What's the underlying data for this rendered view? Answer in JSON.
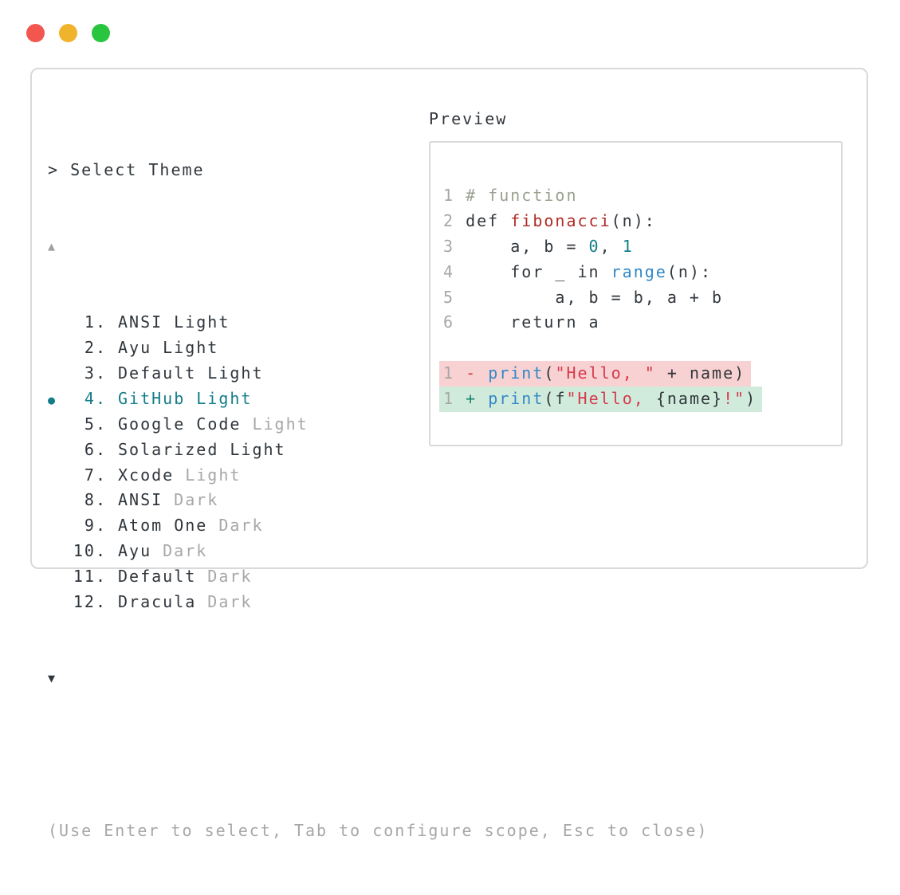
{
  "palette": {
    "accent": "#147d89",
    "text": "#30363c",
    "muted": "#a7a7a7",
    "border": "#d9d9d9",
    "scroll-up": "#a0a0a0",
    "dot-red": "#f2564f",
    "dot-yellow": "#f0b42c",
    "dot-green": "#29c53e",
    "code-text": "#31373d",
    "code-comment": "#9aa08f",
    "code-func": "#b02c26",
    "code-num": "#147d89",
    "code-builtin": "#3287c6",
    "code-string": "#d63a4d",
    "minus": "#d5404b",
    "plus": "#1a8572",
    "removed-bg": "#f8d2d2",
    "added-bg": "#d0ebdb"
  },
  "window_controls": [
    "close",
    "minimize",
    "zoom"
  ],
  "prompt": {
    "text": "> Select Theme"
  },
  "scroll": {
    "up_indicator": "▲",
    "down_indicator": "▼"
  },
  "theme_list": {
    "selected_marker": "●",
    "items": [
      {
        "number": "1.",
        "name": "ANSI",
        "variant": "Light",
        "variant_muted": false,
        "selected": false
      },
      {
        "number": "2.",
        "name": "Ayu",
        "variant": "Light",
        "variant_muted": false,
        "selected": false
      },
      {
        "number": "3.",
        "name": "Default",
        "variant": "Light",
        "variant_muted": false,
        "selected": false
      },
      {
        "number": "4.",
        "name": "GitHub",
        "variant": "Light",
        "variant_muted": false,
        "selected": true
      },
      {
        "number": "5.",
        "name": "Google Code",
        "variant": "Light",
        "variant_muted": true,
        "selected": false
      },
      {
        "number": "6.",
        "name": "Solarized",
        "variant": "Light",
        "variant_muted": false,
        "selected": false
      },
      {
        "number": "7.",
        "name": "Xcode",
        "variant": "Light",
        "variant_muted": true,
        "selected": false
      },
      {
        "number": "8.",
        "name": "ANSI",
        "variant": "Dark",
        "variant_muted": true,
        "selected": false
      },
      {
        "number": "9.",
        "name": "Atom One",
        "variant": "Dark",
        "variant_muted": true,
        "selected": false
      },
      {
        "number": "10.",
        "name": "Ayu",
        "variant": "Dark",
        "variant_muted": true,
        "selected": false
      },
      {
        "number": "11.",
        "name": "Default",
        "variant": "Dark",
        "variant_muted": true,
        "selected": false
      },
      {
        "number": "12.",
        "name": "Dracula",
        "variant": "Dark",
        "variant_muted": true,
        "selected": false
      }
    ]
  },
  "preview": {
    "label": "Preview",
    "lines": [
      {
        "num": "1",
        "diff": null,
        "tokens": [
          {
            "text": " # function",
            "color": "comment"
          }
        ]
      },
      {
        "num": "2",
        "diff": null,
        "tokens": [
          {
            "text": " def ",
            "color": "text"
          },
          {
            "text": "fibonacci",
            "color": "func"
          },
          {
            "text": "(n):",
            "color": "text"
          }
        ]
      },
      {
        "num": "3",
        "diff": null,
        "tokens": [
          {
            "text": "     a, b = ",
            "color": "text"
          },
          {
            "text": "0",
            "color": "num"
          },
          {
            "text": ", ",
            "color": "text"
          },
          {
            "text": "1",
            "color": "num"
          }
        ]
      },
      {
        "num": "4",
        "diff": null,
        "tokens": [
          {
            "text": "     for _ in ",
            "color": "text"
          },
          {
            "text": "range",
            "color": "builtin"
          },
          {
            "text": "(n):",
            "color": "text"
          }
        ]
      },
      {
        "num": "5",
        "diff": null,
        "tokens": [
          {
            "text": "         a, b = b, a + b",
            "color": "text"
          }
        ]
      },
      {
        "num": "6",
        "diff": null,
        "tokens": [
          {
            "text": "     return a",
            "color": "text"
          }
        ]
      },
      {
        "num": "",
        "diff": null,
        "tokens": []
      },
      {
        "num": "1",
        "diff": "removed",
        "tokens": [
          {
            "text": " ",
            "color": "text"
          },
          {
            "text": "-",
            "color": "minus"
          },
          {
            "text": " ",
            "color": "text"
          },
          {
            "text": "print",
            "color": "builtin"
          },
          {
            "text": "(",
            "color": "text"
          },
          {
            "text": "\"Hello, \"",
            "color": "string"
          },
          {
            "text": " + name)",
            "color": "text"
          }
        ]
      },
      {
        "num": "1",
        "diff": "added",
        "tokens": [
          {
            "text": " ",
            "color": "text"
          },
          {
            "text": "+",
            "color": "plus"
          },
          {
            "text": " ",
            "color": "text"
          },
          {
            "text": "print",
            "color": "builtin"
          },
          {
            "text": "(f",
            "color": "text"
          },
          {
            "text": "\"Hello, ",
            "color": "string"
          },
          {
            "text": "{name}",
            "color": "text"
          },
          {
            "text": "!\"",
            "color": "string"
          },
          {
            "text": ")",
            "color": "text"
          }
        ]
      }
    ]
  },
  "footer": {
    "hint": "(Use Enter to select, Tab to configure scope, Esc to close)"
  }
}
